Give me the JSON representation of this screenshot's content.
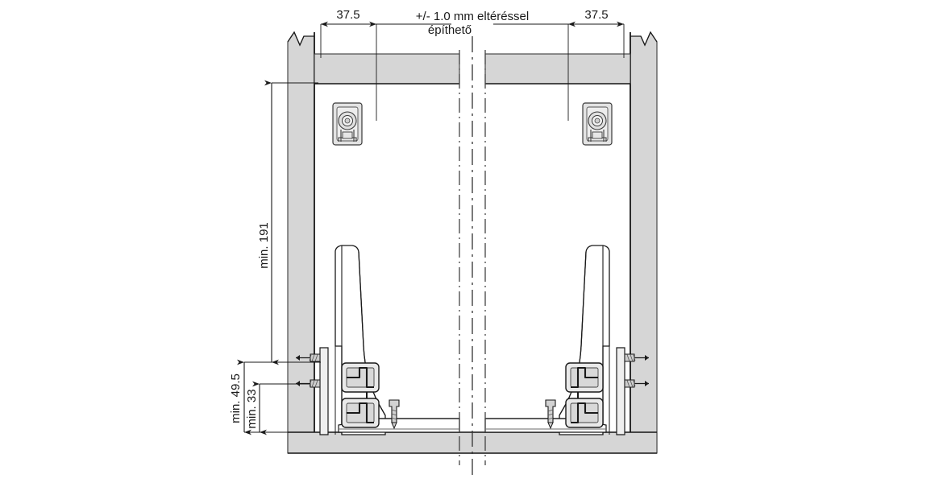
{
  "drawing": {
    "type": "technical-section-drawing",
    "subject": "cabinet drawer runner installation cross-section",
    "language": "hu",
    "background_color": "#ffffff",
    "line_color": "#1a1a1a",
    "panel_fill": "#d6d6d6",
    "metal_fill": "#e8e8e8",
    "dimension_color": "#2a2a2a"
  },
  "dimensions": {
    "top_left": {
      "label": "37.5",
      "unit_implied": "mm",
      "orientation": "horizontal"
    },
    "top_right": {
      "label": "37.5",
      "unit_implied": "mm",
      "orientation": "horizontal"
    },
    "top_center_note_line1": "+/- 1.0 mm eltéréssel",
    "top_center_note_line2": "építhető",
    "left_tall": {
      "label": "min. 191",
      "orientation": "vertical"
    },
    "left_outer_short": {
      "label": "min. 49.5",
      "orientation": "vertical"
    },
    "left_inner_short": {
      "label": "min. 33",
      "orientation": "vertical"
    }
  },
  "components": {
    "cabinet_side_panel_left": "left cabinet side panel with break line",
    "cabinet_side_panel_right": "right cabinet side panel with break line",
    "rear_rail": "horizontal rear rail band",
    "bottom_panel": "cabinet bottom panel",
    "cam_fitting_left": "drawer back fixing bracket with cam",
    "cam_fitting_right": "drawer back fixing bracket with cam",
    "drawer_side_profile_left": "tapered drawer side profile",
    "drawer_side_profile_right": "tapered drawer side profile",
    "runner_bracket_upper_left": "interlocking runner bracket upper",
    "runner_bracket_lower_left": "interlocking runner bracket lower",
    "runner_bracket_upper_right": "interlocking runner bracket upper",
    "runner_bracket_lower_right": "interlocking runner bracket lower",
    "screw_horizontal_upper_left": "horizontal mounting screw",
    "screw_horizontal_lower_left": "horizontal mounting screw",
    "screw_horizontal_upper_right": "horizontal mounting screw",
    "screw_horizontal_lower_right": "horizontal mounting screw",
    "screw_vertical_left": "vertical bottom fixing screw",
    "screw_vertical_right": "vertical bottom fixing screw",
    "centerline": "symmetry centre line",
    "break_line_left": "section break line",
    "break_line_right": "section break line"
  }
}
